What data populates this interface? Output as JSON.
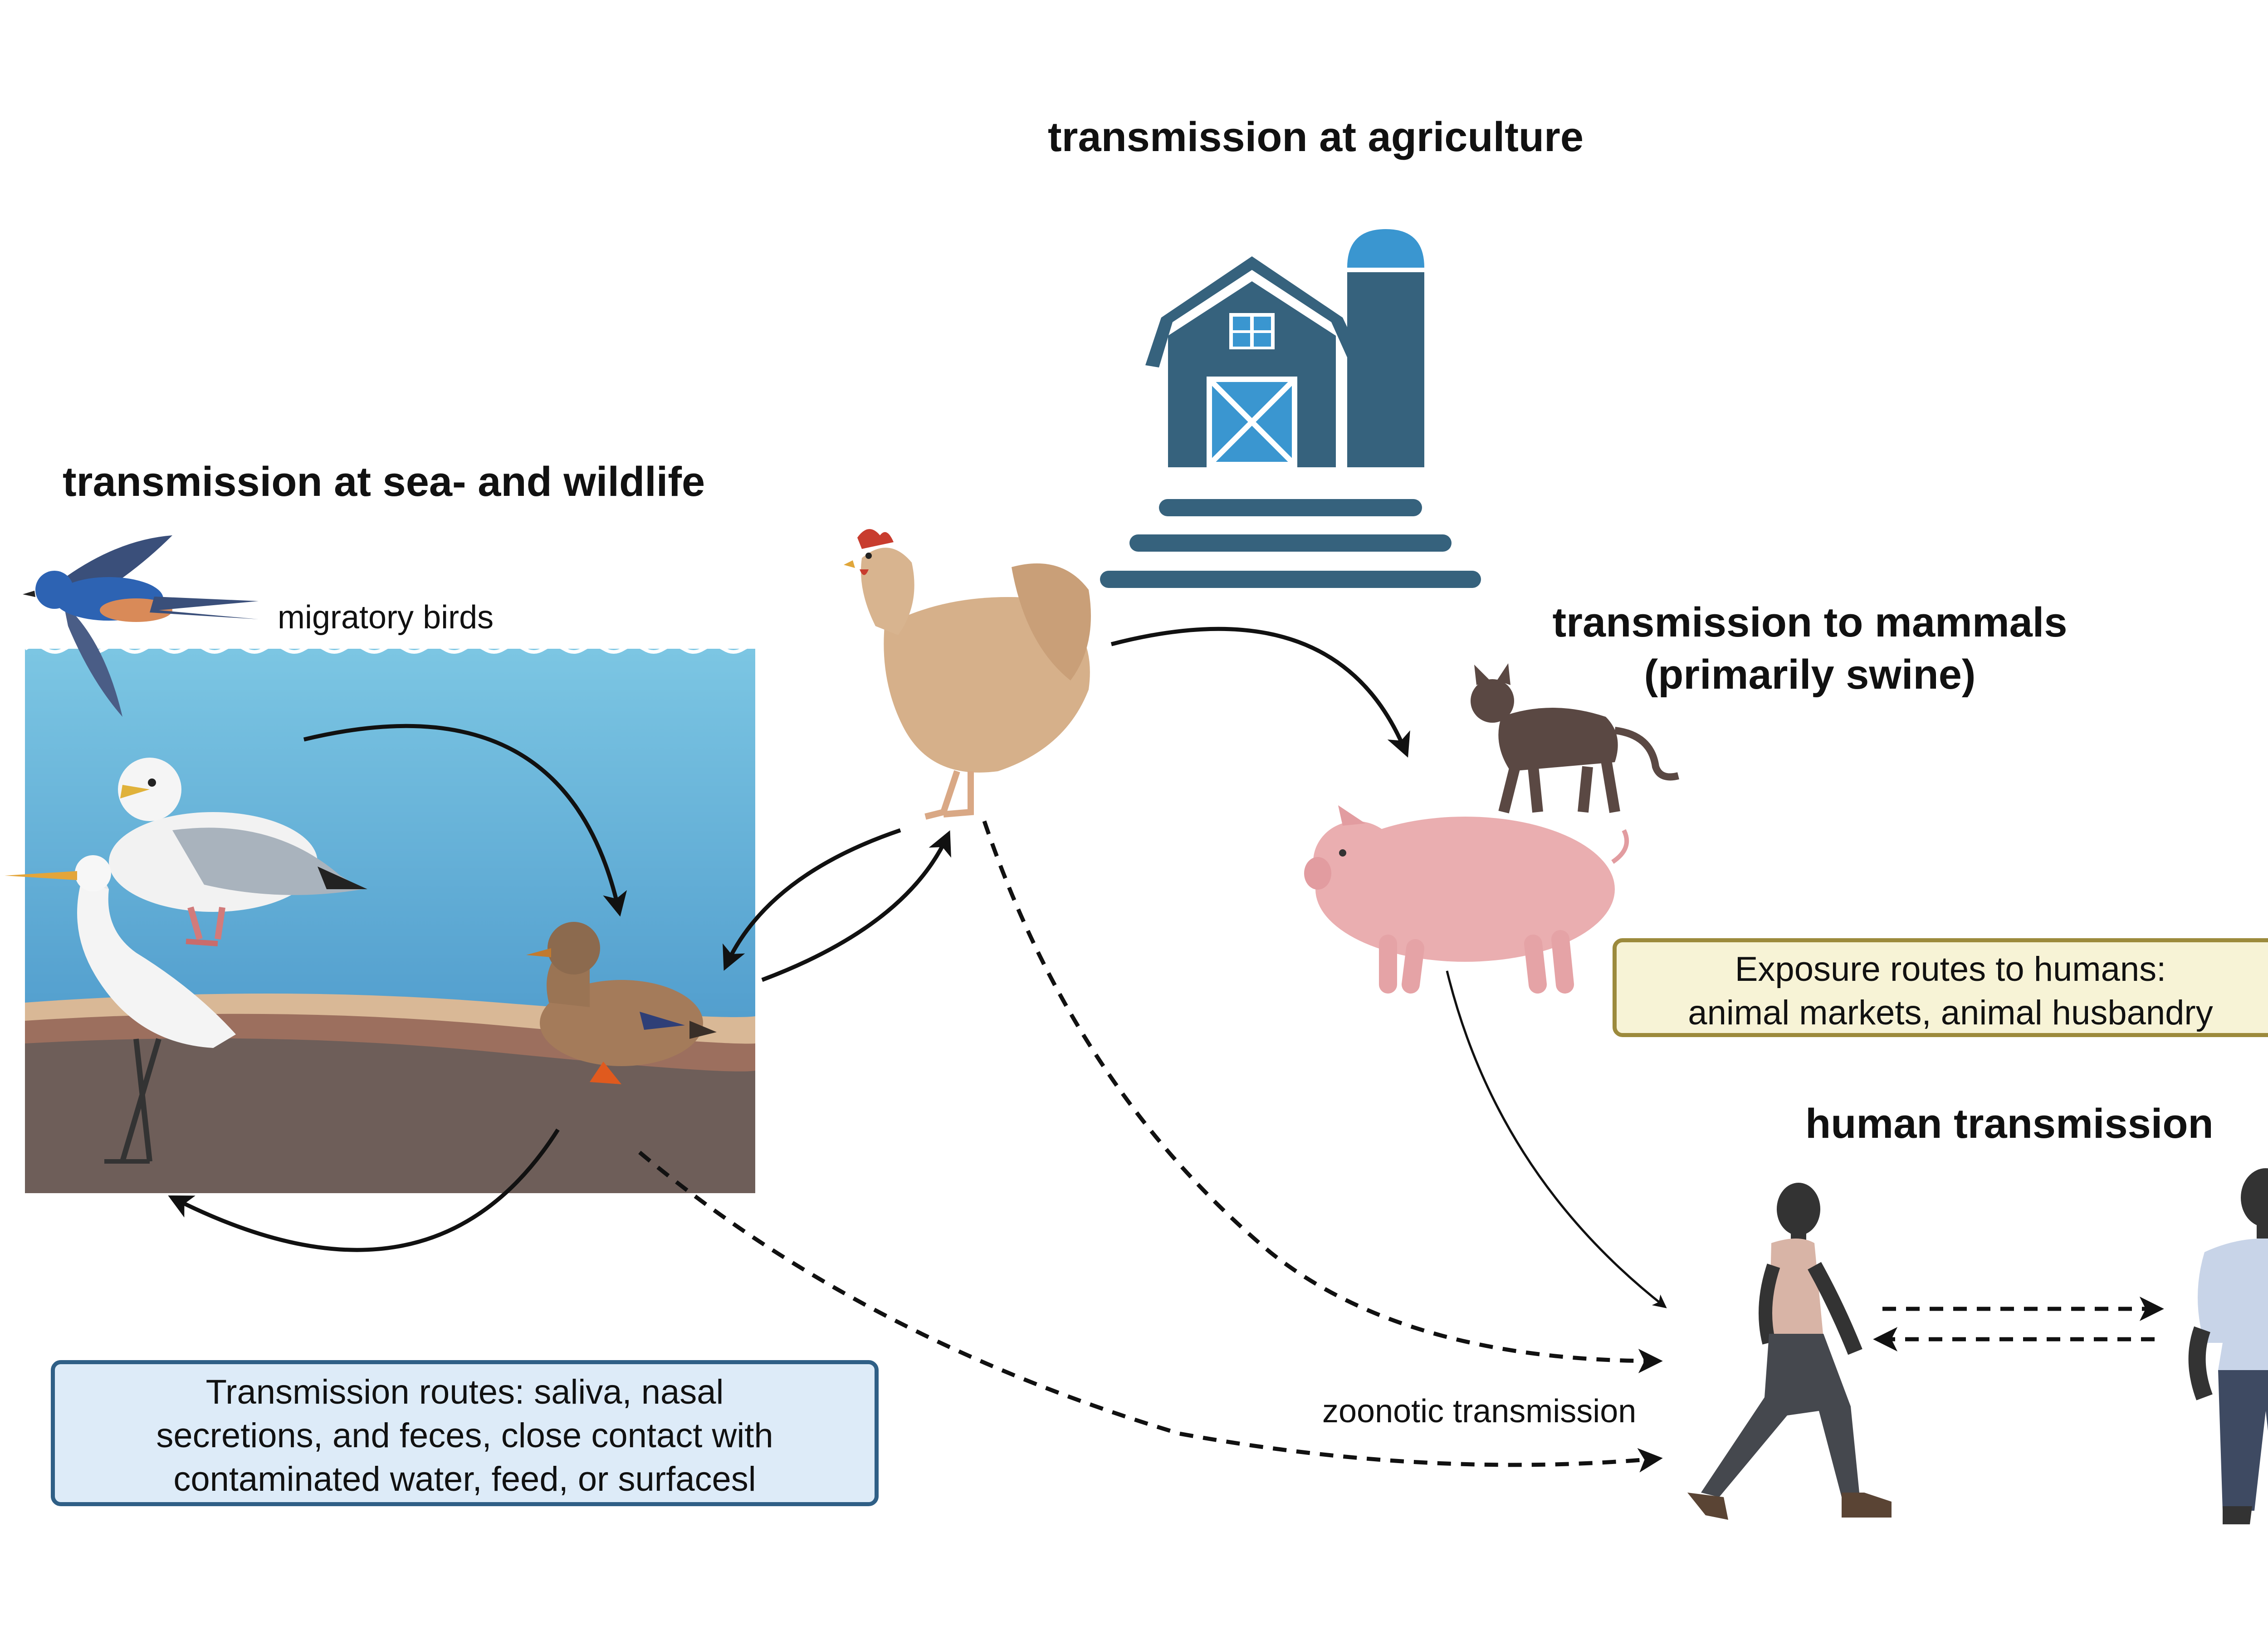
{
  "headings": {
    "agriculture": "transmission at agriculture",
    "sea_wildlife": "transmission at sea- and wildlife",
    "mammals_line1": "transmission to mammals",
    "mammals_line2": "(primarily swine)",
    "human": "human transmission"
  },
  "labels": {
    "migratory_birds": "migratory birds",
    "zoonotic": "zoonotic transmission"
  },
  "boxes": {
    "exposure": {
      "line1": "Exposure routes to humans:",
      "line2": "animal markets, animal husbandry"
    },
    "routes": {
      "line1": "Transmission routes: saliva, nasal",
      "line2": "secretions, and feces, close contact with",
      "line3": "contaminated water, feed, or surfacesl"
    }
  },
  "icons": [
    "swallow-icon",
    "gull-icon",
    "egret-icon",
    "duck-icon",
    "chicken-icon",
    "barn-icon",
    "silo-icon",
    "cat-icon",
    "pig-icon",
    "walking-person-icon",
    "standing-person-icon"
  ],
  "colors": {
    "water_top": "#7cc6e3",
    "water_bottom": "#3f8cc4",
    "soil": "#6e5e59",
    "sand": "#d9b896",
    "barn": "#36627d",
    "barn_accent": "#3a96d0",
    "exposure_fill": "#f7f3d6",
    "exposure_border": "#9c8a3c",
    "routes_fill": "#ddebf8",
    "routes_border": "#2f5f86"
  }
}
